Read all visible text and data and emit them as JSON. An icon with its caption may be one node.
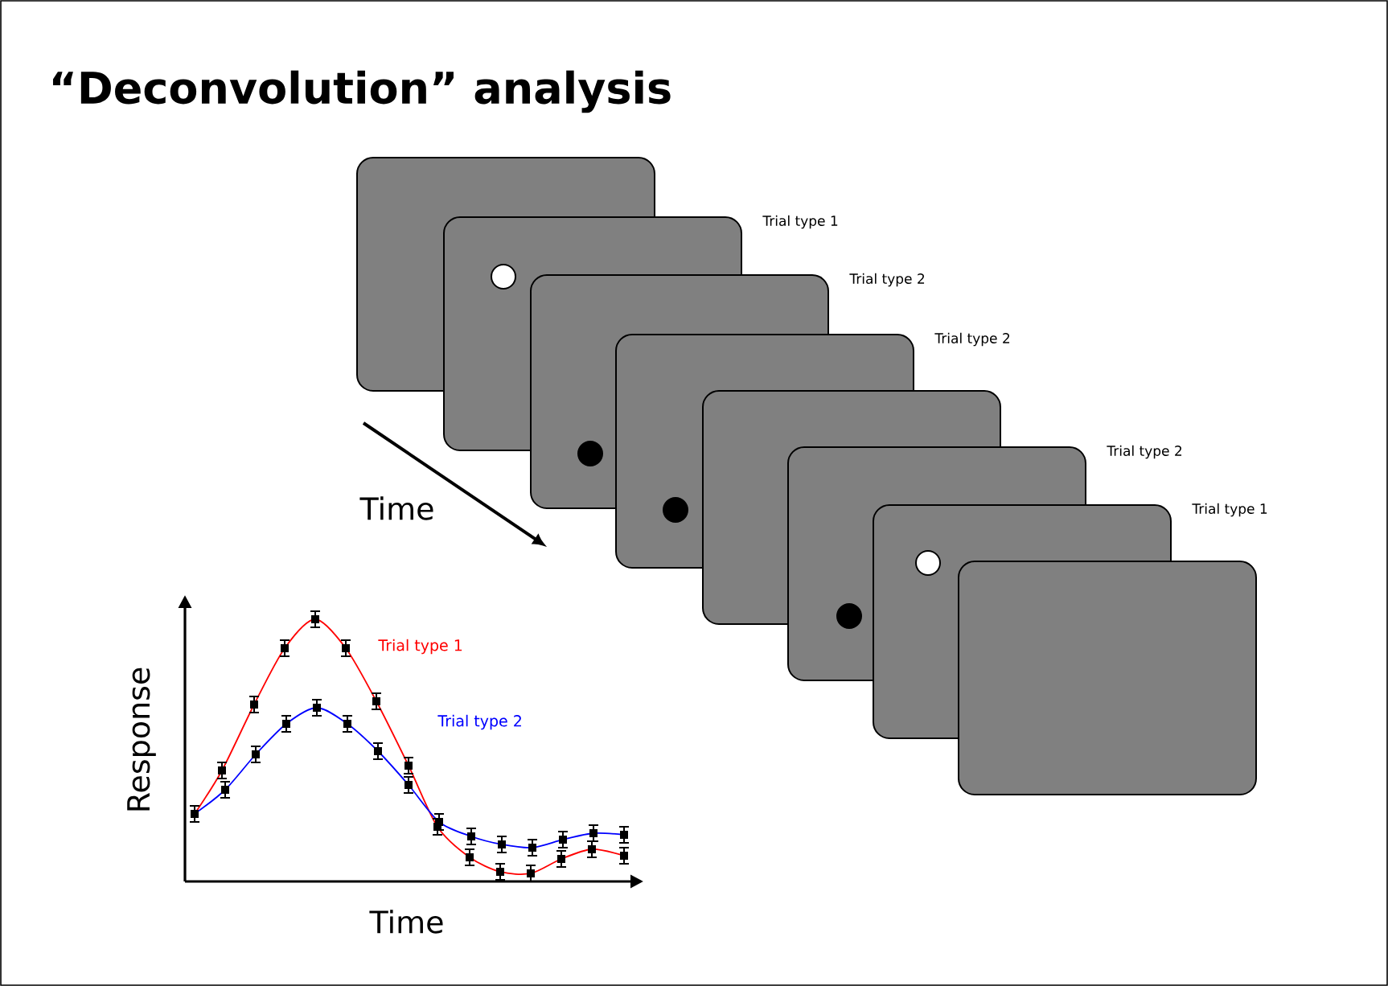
{
  "diagram": {
    "title": "“Deconvolution” analysis",
    "nodes": [
      {
        "text": [],
        "shape": "box"
      },
      {
        "text": [],
        "shape": "box",
        "beside": [
          "Trial type 1"
        ]
      },
      {
        "text": [],
        "shape": "box",
        "beside": [
          "Trial type 2"
        ]
      },
      {
        "text": [],
        "shape": "box",
        "beside": [
          "Trial type 2"
        ]
      },
      {
        "text": [],
        "shape": "box"
      },
      {
        "text": [],
        "shape": "box",
        "beside": [
          "Trial type 2"
        ]
      },
      {
        "text": [],
        "shape": "box",
        "beside": [
          "Trial type 1"
        ]
      },
      {
        "text": [],
        "shape": "box"
      }
    ],
    "labels": [
      "Time",
      "Trial type 1",
      "Trial type 2",
      "Response",
      "Time"
    ]
  }
}
